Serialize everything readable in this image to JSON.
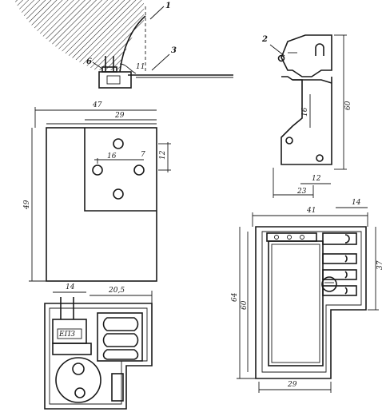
{
  "callouts": {
    "c1": "1",
    "c2": "2",
    "c3": "3",
    "c6": "6"
  },
  "dims": {
    "plate_width": "47",
    "plate_height": "49",
    "inner_width": "29",
    "hole_pitch_v": "12",
    "hole_pitch_h": "7",
    "hole_label": "16",
    "bracket_height": "60",
    "bracket_mid": "16",
    "bracket_notch": "12",
    "bracket_base": "23",
    "box_width": "41",
    "box_top_right": "14",
    "box_right": "37",
    "box_height_outer": "64",
    "box_height_inner": "60",
    "box_bottom": "29",
    "bottom_left_small": "14",
    "bottom_right_top": "20,5"
  }
}
